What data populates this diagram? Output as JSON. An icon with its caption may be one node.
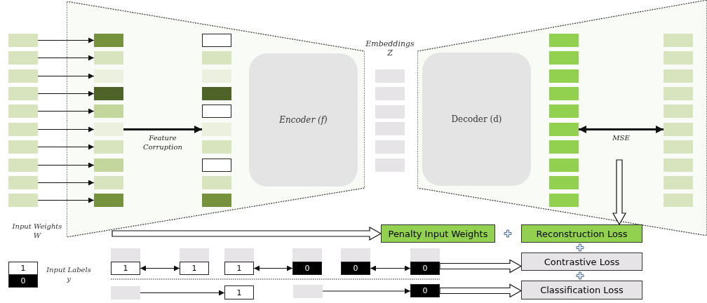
{
  "diagram": {
    "nodes": [
      {
        "text": [],
        "shape": "box"
      },
      {
        "text": [],
        "shape": "box"
      },
      {
        "text": [],
        "shape": "box"
      },
      {
        "text": [],
        "shape": "box"
      },
      {
        "text": [],
        "shape": "box"
      },
      {
        "text": [],
        "shape": "box"
      },
      {
        "text": [],
        "shape": "box"
      },
      {
        "text": [],
        "shape": "box"
      },
      {
        "text": [],
        "shape": "box"
      },
      {
        "text": [],
        "shape": "box"
      },
      {
        "text": [],
        "shape": "trapezoid"
      },
      {
        "text": [],
        "shape": "box",
        "in": 10
      },
      {
        "text": [],
        "shape": "box",
        "in": 10
      },
      {
        "text": [],
        "shape": "box",
        "in": 10
      },
      {
        "text": [],
        "shape": "box",
        "in": 10
      },
      {
        "text": [],
        "shape": "box",
        "in": 10
      },
      {
        "text": [],
        "shape": "box",
        "in": 10
      },
      {
        "text": [],
        "shape": "box",
        "in": 10
      },
      {
        "text": [],
        "shape": "box",
        "in": 10
      },
      {
        "text": [],
        "shape": "box",
        "in": 10
      },
      {
        "text": [],
        "shape": "box",
        "in": 10
      },
      {
        "text": [],
        "shape": "box",
        "in": 10
      },
      {
        "text": [],
        "shape": "box",
        "in": 10
      },
      {
        "text": [],
        "shape": "box",
        "in": 10
      },
      {
        "text": [],
        "shape": "box",
        "in": 10
      },
      {
        "text": [],
        "shape": "box",
        "in": 10
      },
      {
        "text": [],
        "shape": "box",
        "in": 10
      },
      {
        "text": [],
        "shape": "box",
        "in": 10
      },
      {
        "text": [],
        "shape": "box",
        "in": 10
      },
      {
        "text": [],
        "shape": "box",
        "in": 10
      },
      {
        "text": [],
        "shape": "box",
        "in": 10
      },
      {
        "text": [
          "Encoder (f)"
        ],
        "in": 10
      },
      {
        "text": [],
        "shape": "box"
      },
      {
        "text": [],
        "shape": "box"
      },
      {
        "text": [],
        "shape": "box"
      },
      {
        "text": [],
        "shape": "box"
      },
      {
        "text": [],
        "shape": "box"
      },
      {
        "text": [],
        "shape": "box"
      },
      {
        "text": [],
        "shape": "trapezoid"
      },
      {
        "text": [
          "Decoder (d)"
        ],
        "in": 38
      },
      {
        "text": [],
        "shape": "box",
        "in": 38
      },
      {
        "text": [],
        "shape": "box",
        "in": 38
      },
      {
        "text": [],
        "shape": "box",
        "in": 38
      },
      {
        "text": [],
        "shape": "box",
        "in": 38
      },
      {
        "text": [],
        "shape": "box",
        "in": 38
      },
      {
        "text": [],
        "shape": "box",
        "in": 38
      },
      {
        "text": [],
        "shape": "box",
        "in": 38
      },
      {
        "text": [],
        "shape": "box",
        "in": 38
      },
      {
        "text": [],
        "shape": "box",
        "in": 38
      },
      {
        "text": [],
        "shape": "box",
        "in": 38
      },
      {
        "text": [],
        "shape": "box",
        "in": 38
      },
      {
        "text": [],
        "shape": "box",
        "in": 38
      },
      {
        "text": [],
        "shape": "box",
        "in": 38
      },
      {
        "text": [],
        "shape": "box",
        "in": 38
      },
      {
        "text": [],
        "shape": "box",
        "in": 38
      },
      {
        "text": [],
        "shape": "box",
        "in": 38
      },
      {
        "text": [],
        "shape": "box",
        "in": 38
      },
      {
        "text": [],
        "shape": "box",
        "in": 38
      },
      {
        "text": [],
        "shape": "box",
        "in": 38
      },
      {
        "text": [],
        "shape": "box",
        "in": 38
      },
      {
        "text": [
          "Penalty Input Weights"
        ]
      },
      {
        "text": [
          "Reconstruction Loss"
        ]
      },
      {
        "text": [
          "1"
        ]
      },
      {
        "text": [
          "0"
        ]
      },
      {
        "text": [],
        "shape": "box"
      },
      {
        "text": [
          "1"
        ]
      },
      {
        "text": [],
        "shape": "box"
      },
      {
        "text": [
          "1"
        ]
      },
      {
        "text": [],
        "shape": "box"
      },
      {
        "text": [
          "1"
        ]
      },
      {
        "text": [],
        "shape": "box"
      },
      {
        "text": [
          "0"
        ]
      },
      {
        "text": [],
        "shape": "box"
      },
      {
        "text": [
          "0"
        ]
      },
      {
        "text": [],
        "shape": "box"
      },
      {
        "text": [
          "0"
        ]
      },
      {
        "text": [
          "Contrastive Loss"
        ]
      },
      {
        "text": [],
        "shape": "box"
      },
      {
        "text": [
          "1"
        ]
      },
      {
        "text": [],
        "shape": "box"
      },
      {
        "text": [
          "0"
        ]
      },
      {
        "text": [
          "Classification Loss"
        ]
      }
    ],
    "edges": [
      {
        "from": 0,
        "to": 11,
        "arrow": "to"
      },
      {
        "from": 1,
        "to": 12,
        "arrow": "to"
      },
      {
        "from": 2,
        "to": 13,
        "arrow": "to"
      },
      {
        "from": 3,
        "to": 14,
        "arrow": "to"
      },
      {
        "from": 4,
        "to": 15,
        "arrow": "to"
      },
      {
        "from": 5,
        "to": 16,
        "arrow": "to"
      },
      {
        "from": 6,
        "to": 17,
        "arrow": "to"
      },
      {
        "from": 7,
        "to": 18,
        "arrow": "to"
      },
      {
        "from": 8,
        "to": 19,
        "arrow": "to"
      },
      {
        "from": 9,
        "to": 20,
        "arrow": "to"
      },
      {
        "from": 16,
        "to": 26,
        "arrow": "to",
        "label": "Feature Corruption",
        "style": "thick"
      },
      {
        "from": 45,
        "to": 55,
        "arrow": "both",
        "label": "MSE",
        "style": "thick"
      },
      {
        "from": null,
        "to": 60,
        "arrow": "to",
        "style": "thick"
      },
      {
        "from": null,
        "to": 61,
        "arrow": "to",
        "style": "thick"
      },
      {
        "from": 65,
        "to": 67,
        "arrow": "both"
      },
      {
        "from": 69,
        "to": 71,
        "arrow": "both"
      },
      {
        "from": 73,
        "to": 75,
        "arrow": "both"
      },
      {
        "from": 75,
        "to": 76,
        "arrow": "to",
        "style": "thick"
      },
      {
        "from": 77,
        "to": 78,
        "arrow": "to"
      },
      {
        "from": 79,
        "to": 80,
        "arrow": "to"
      },
      {
        "from": 80,
        "to": 81,
        "arrow": "to",
        "style": "thick"
      }
    ],
    "labels": [
      "Embeddings Z",
      "Input Weights W",
      "Input Labels y"
    ]
  }
}
